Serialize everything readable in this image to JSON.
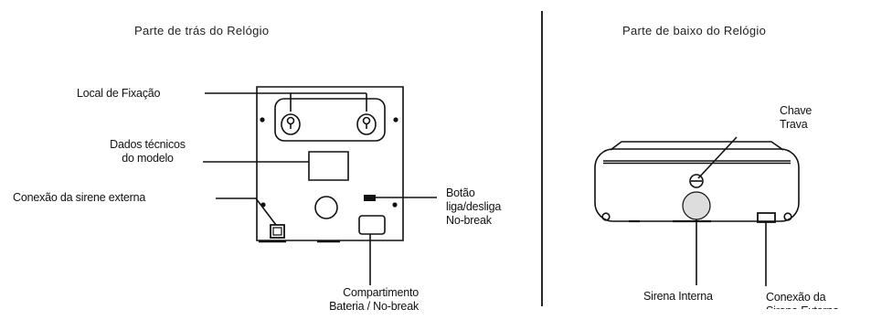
{
  "back": {
    "title": "Parte de trás do Relógio",
    "mounting": "Local de Fixação",
    "tech_data": [
      "Dados técnicos",
      "do modelo"
    ],
    "siren_conn": "Conexão da sirene externa",
    "button": [
      "Botão",
      "liga/desliga",
      "No-break"
    ],
    "compartment": [
      "Compartimento",
      "Bateria / No-break"
    ]
  },
  "bottom": {
    "title": "Parte de baixo do Relógio",
    "key": [
      "Chave",
      "Trava"
    ],
    "internal_siren": "Sirena Interna",
    "external_conn": [
      "Conexão da",
      "Sirena Externa"
    ]
  }
}
